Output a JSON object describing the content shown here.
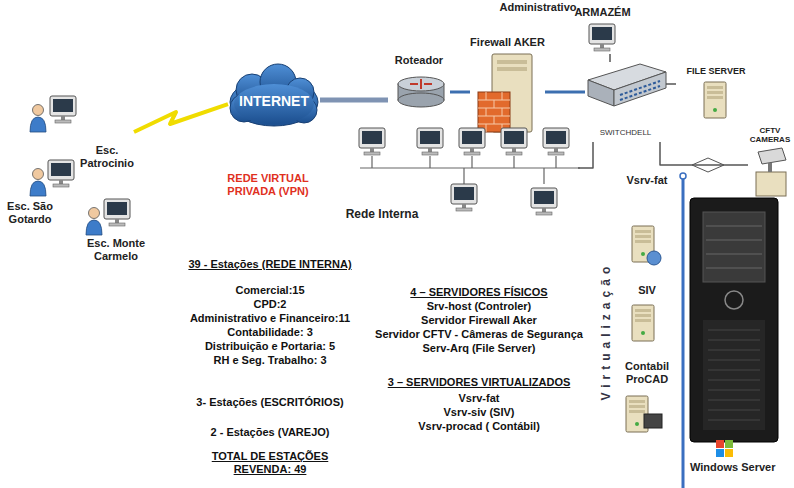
{
  "diagram": {
    "nodes": [
      {
        "text": [
          "ARMAZÉM"
        ]
      },
      {
        "text": [
          "INTERNET"
        ]
      },
      {
        "text": [
          "Roteador"
        ]
      },
      {
        "text": [
          "Firewall AKER"
        ]
      },
      {
        "text": [
          "FILE SERVER"
        ]
      },
      {
        "text": [
          "SWITCHDELL"
        ]
      },
      {
        "text": [
          "Esc. Patrocinio"
        ]
      },
      {
        "text": [
          "CFTV CAMERAS"
        ]
      },
      {
        "text": [
          "Esc. São Gotardo"
        ]
      },
      {
        "text": [
          "Rede Interna"
        ]
      },
      {
        "text": [
          "Vsrv-fat"
        ]
      },
      {
        "text": [
          "Esc. Monte Carmelo"
        ]
      },
      {
        "text": [
          "SIV"
        ]
      },
      {
        "text": [
          "Contabil ProCAD"
        ]
      }
    ],
    "edges": [
      {
        "from": 6,
        "to": 1,
        "arrow": "none"
      },
      {
        "from": 1,
        "to": 2,
        "arrow": "none"
      },
      {
        "from": 2,
        "to": 3,
        "arrow": "none"
      },
      {
        "from": 3,
        "to": 5,
        "arrow": "none"
      },
      {
        "from": 5,
        "to": 0,
        "arrow": "none"
      },
      {
        "from": 5,
        "to": 4,
        "arrow": "none"
      },
      {
        "from": 5,
        "to": 9,
        "arrow": "none"
      },
      {
        "from": 5,
        "to": 7,
        "arrow": "none"
      }
    ],
    "labels": [
      "Administrativo",
      "REDE VIRTUAL PRIVADA (VPN)",
      "39 - Estações (REDE INTERNA)",
      "Comercial:15",
      "CPD:2",
      "Administrativo e Financeiro:11",
      "Contabilidade: 3",
      "Distribuição e Portaria: 5",
      "RH e Seg. Trabalho: 3",
      "3- Estações (ESCRITÓRIOS)",
      "2 - Estações (VAREJO)",
      "TOTAL DE ESTAÇÕES REVENDA: 49",
      "4 – SERVIDORES FÍSICOS",
      "Srv-host (Controler)",
      "Servidor Firewall Aker",
      "Servidor CFTV - Câmeras de Segurança",
      "Serv-Arq (File Server)",
      "3 – SERVIDORES VIRTUALIZADOS",
      "Vsrv-fat",
      "Vsrv-siv (SIV)",
      "Vsrv-procad ( Contábil)",
      "Virtualização",
      "Windows Server"
    ]
  }
}
